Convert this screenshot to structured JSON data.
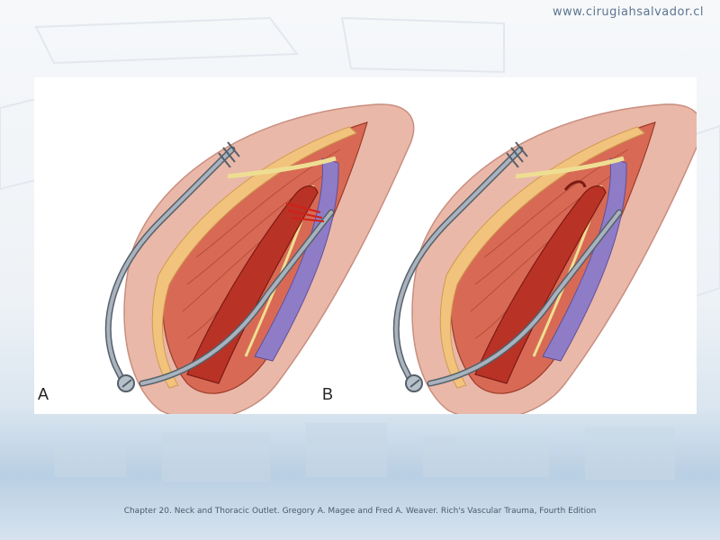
{
  "header": {
    "site_url": "www.cirugiahsalvador.cl"
  },
  "figure": {
    "panels": [
      {
        "label": "A"
      },
      {
        "label": "B"
      }
    ]
  },
  "caption": "Chapter 20. Neck and Thoracic Outlet. Gregory A. Magee and Fred A. Weaver. Rich's Vascular Trauma, Fourth Edition",
  "colors": {
    "skin": "#e8b5a6",
    "muscle": "#c5543f",
    "artery": "#b52b22",
    "vein": "#8c78c4",
    "nerve": "#efe39a",
    "fat": "#f0c681",
    "retractor": "#8d9aa6"
  }
}
